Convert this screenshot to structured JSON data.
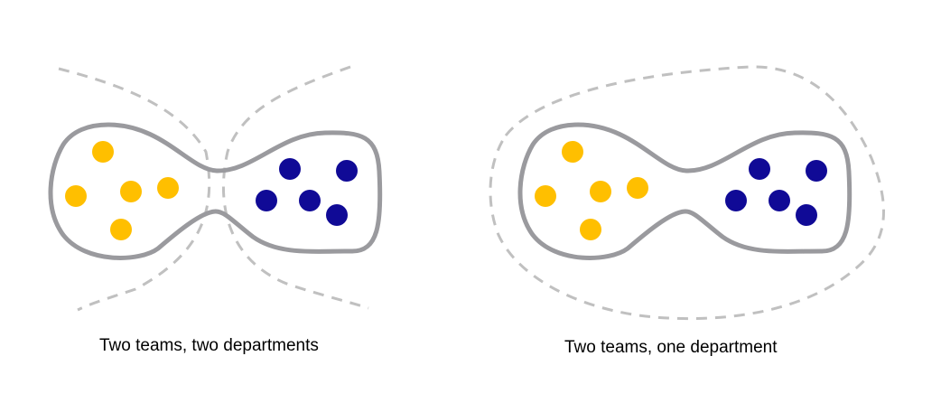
{
  "colors": {
    "team_outline": "#9a9a9e",
    "department_boundary": "#c0c0c0",
    "team_a": "#ffbf00",
    "team_b": "#100a96"
  },
  "panels": [
    {
      "caption": "Two teams, two departments",
      "department_boundary": "split"
    },
    {
      "caption": "Two teams, one department",
      "department_boundary": "enclosing"
    }
  ]
}
